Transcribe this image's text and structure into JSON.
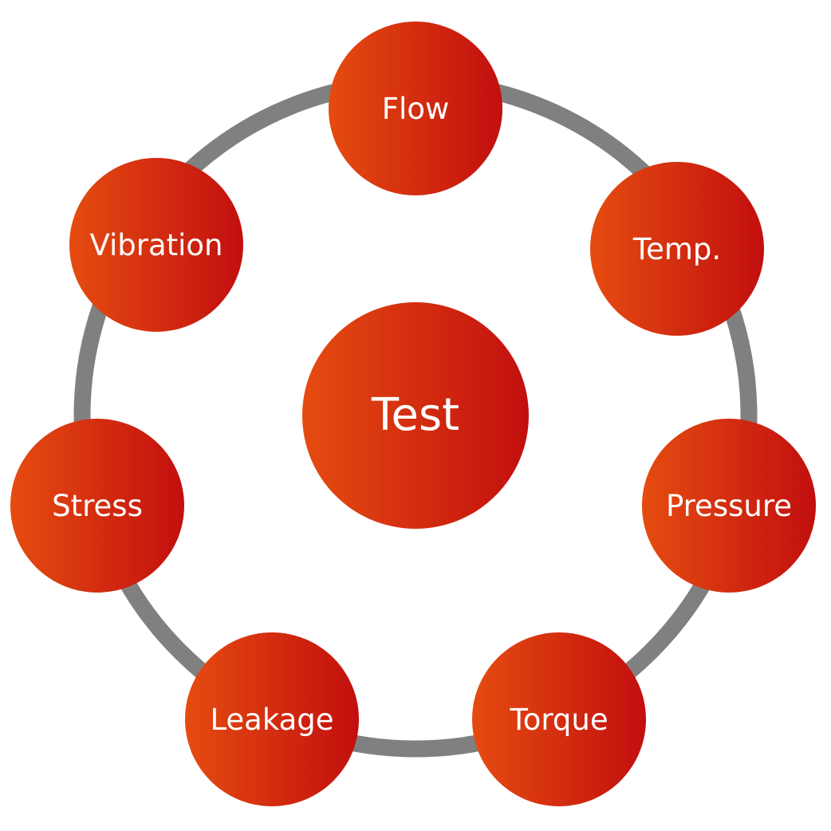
{
  "diagram": {
    "center": {
      "label": "Test"
    },
    "nodes": [
      {
        "label": "Flow"
      },
      {
        "label": "Temp."
      },
      {
        "label": "Pressure"
      },
      {
        "label": "Torque"
      },
      {
        "label": "Leakage"
      },
      {
        "label": "Stress"
      },
      {
        "label": "Vibration"
      }
    ],
    "colors": {
      "ring": "#808080",
      "node_gradient_start": "#e54c10",
      "node_gradient_end": "#c20f0f",
      "text": "#ffffff"
    }
  }
}
